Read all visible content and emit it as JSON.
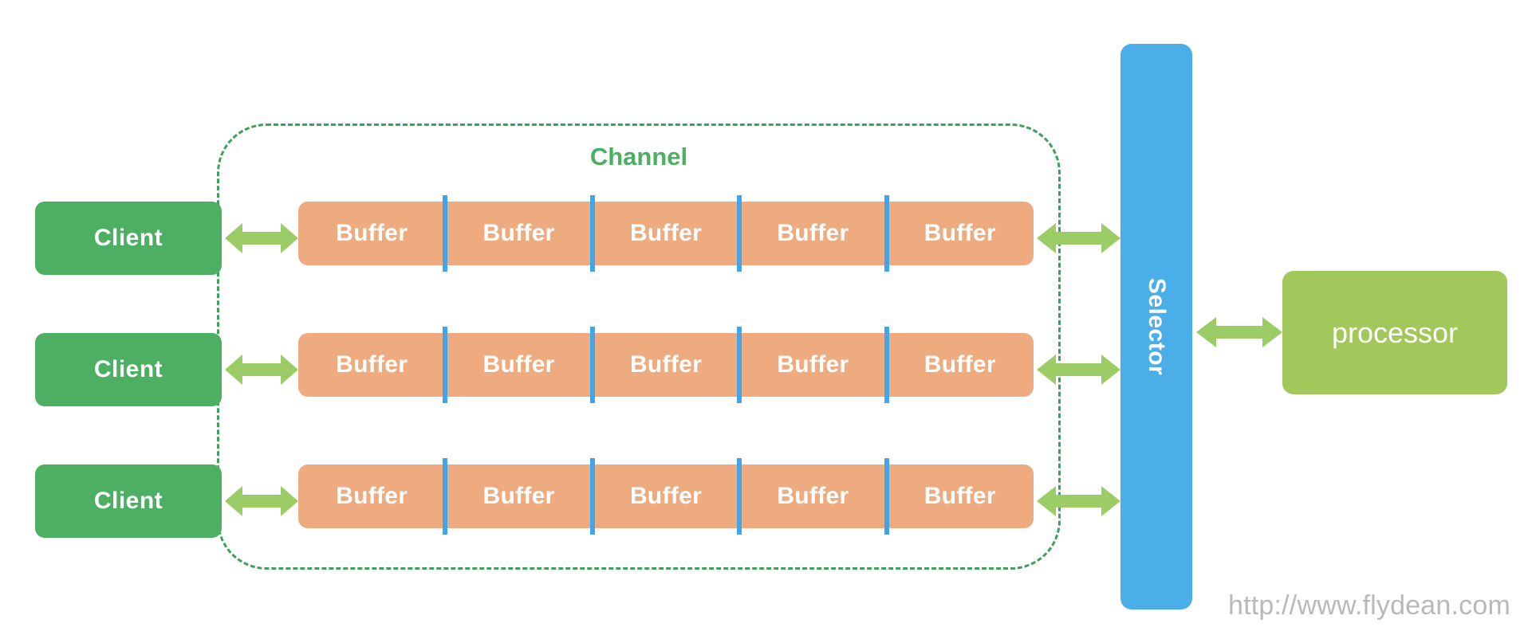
{
  "diagram": {
    "title": "NIO Channel / Buffer / Selector architecture",
    "colors": {
      "client_green": "#4caf62",
      "channel_dashed_green": "#3da05c",
      "channel_label_green": "#4caf62",
      "buffer_peach": "#eeab80",
      "divider_blue": "#42a5e8",
      "arrow_green": "#9ccc65",
      "selector_blue": "#4aaee8",
      "processor_green": "#a2c75a",
      "watermark_gray": "#b9b9b9",
      "background": "#ffffff"
    }
  },
  "clients": [
    {
      "label": "Client"
    },
    {
      "label": "Client"
    },
    {
      "label": "Client"
    }
  ],
  "channel": {
    "label": "Channel",
    "rows": [
      {
        "buffers": [
          "Buffer",
          "Buffer",
          "Buffer",
          "Buffer",
          "Buffer"
        ]
      },
      {
        "buffers": [
          "Buffer",
          "Buffer",
          "Buffer",
          "Buffer",
          "Buffer"
        ]
      },
      {
        "buffers": [
          "Buffer",
          "Buffer",
          "Buffer",
          "Buffer",
          "Buffer"
        ]
      }
    ]
  },
  "selector": {
    "label": "Selector"
  },
  "processor": {
    "label": "processor"
  },
  "arrows": {
    "client_to_buffer": [
      {
        "name": "client-1-to-buffer-row-1",
        "style": "double-headed"
      },
      {
        "name": "client-2-to-buffer-row-2",
        "style": "double-headed"
      },
      {
        "name": "client-3-to-buffer-row-3",
        "style": "double-headed"
      }
    ],
    "buffer_to_selector": [
      {
        "name": "buffer-row-1-to-selector",
        "style": "double-headed"
      },
      {
        "name": "buffer-row-2-to-selector",
        "style": "double-headed"
      },
      {
        "name": "buffer-row-3-to-selector",
        "style": "double-headed"
      }
    ],
    "selector_to_processor": {
      "name": "selector-to-processor",
      "style": "double-headed"
    }
  },
  "watermark": {
    "text": "http://www.flydean.com"
  }
}
